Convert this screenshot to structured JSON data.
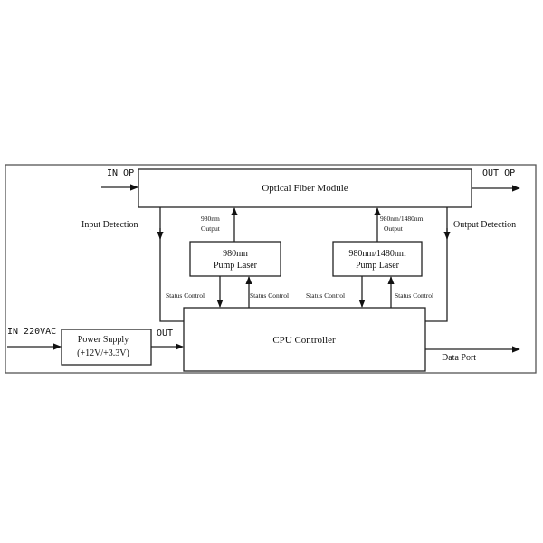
{
  "blocks": {
    "optical_fiber_module": "Optical Fiber Module",
    "pump_980_line1": "980nm",
    "pump_980_line2": "Pump Laser",
    "pump_1480_line1": "980nm/1480nm",
    "pump_1480_line2": "Pump Laser",
    "cpu_controller": "CPU Controller",
    "power_supply_line1": "Power Supply",
    "power_supply_line2": "(+12V/+3.3V)"
  },
  "labels": {
    "in_op": "IN OP",
    "out_op": "OUT OP",
    "input_detection": "Input Detection",
    "output_detection": "Output Detection",
    "output_980_line1": "980nm",
    "output_980_line2": "Output",
    "output_1480_line1": "980nm/1480nm",
    "output_1480_line2": "Output",
    "status_control_1": "Status Control",
    "status_control_2": "Status Control",
    "status_control_3": "Status Control",
    "status_control_4": "Status Control",
    "in_220vac": "IN 220VAC",
    "out": "OUT",
    "data_port": "Data Port"
  }
}
